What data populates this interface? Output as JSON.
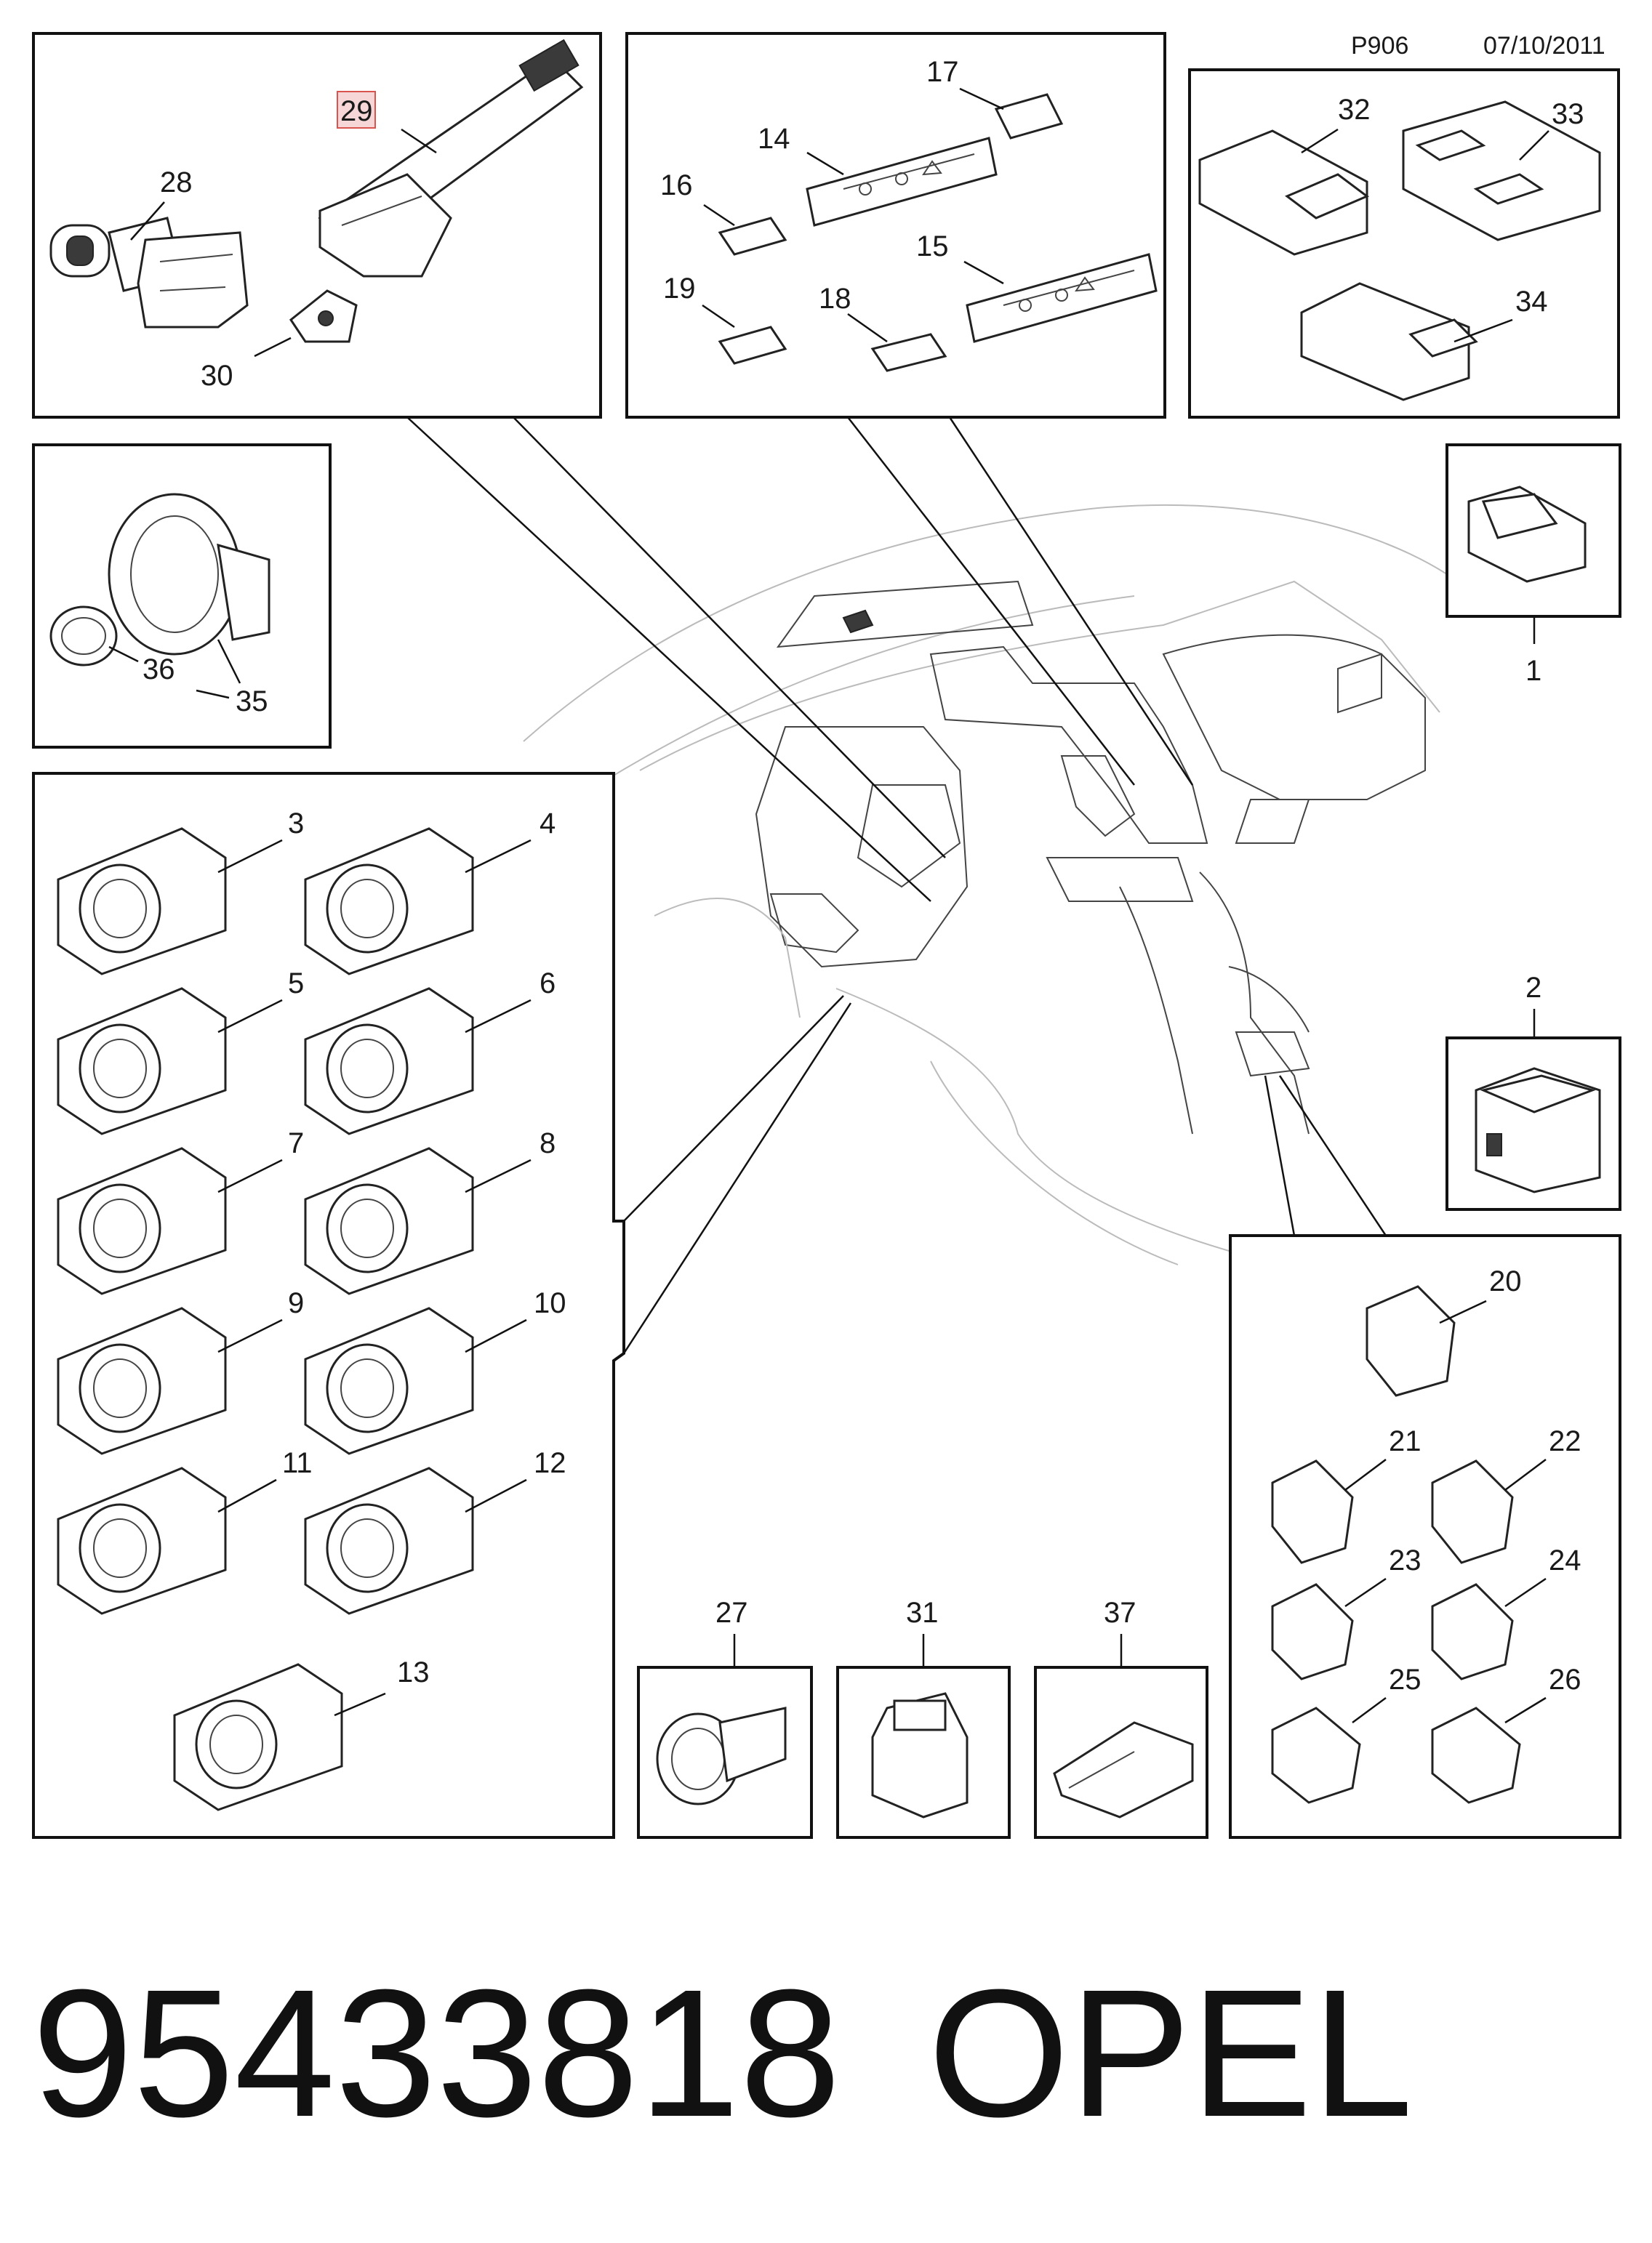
{
  "header": {
    "page_code": "P906",
    "date": "07/10/2011"
  },
  "footer": {
    "part_number": "95433818",
    "brand": "OPEL"
  },
  "highlighted_callout": "29",
  "callouts": {
    "c1": "1",
    "c2": "2",
    "c3": "3",
    "c4": "4",
    "c5": "5",
    "c6": "6",
    "c7": "7",
    "c8": "8",
    "c9": "9",
    "c10": "10",
    "c11": "11",
    "c12": "12",
    "c13": "13",
    "c14": "14",
    "c15": "15",
    "c16": "16",
    "c17": "17",
    "c18": "18",
    "c19": "19",
    "c20": "20",
    "c21": "21",
    "c22": "22",
    "c23": "23",
    "c24": "24",
    "c25": "25",
    "c26": "26",
    "c27": "27",
    "c28": "28",
    "c29": "29",
    "c30": "30",
    "c31": "31",
    "c32": "32",
    "c33": "33",
    "c34": "34",
    "c35": "35",
    "c36": "36",
    "c37": "37"
  },
  "colors": {
    "line": "#111111",
    "highlight_fill": "#f6d6d6",
    "highlight_stroke": "#d9534f"
  }
}
